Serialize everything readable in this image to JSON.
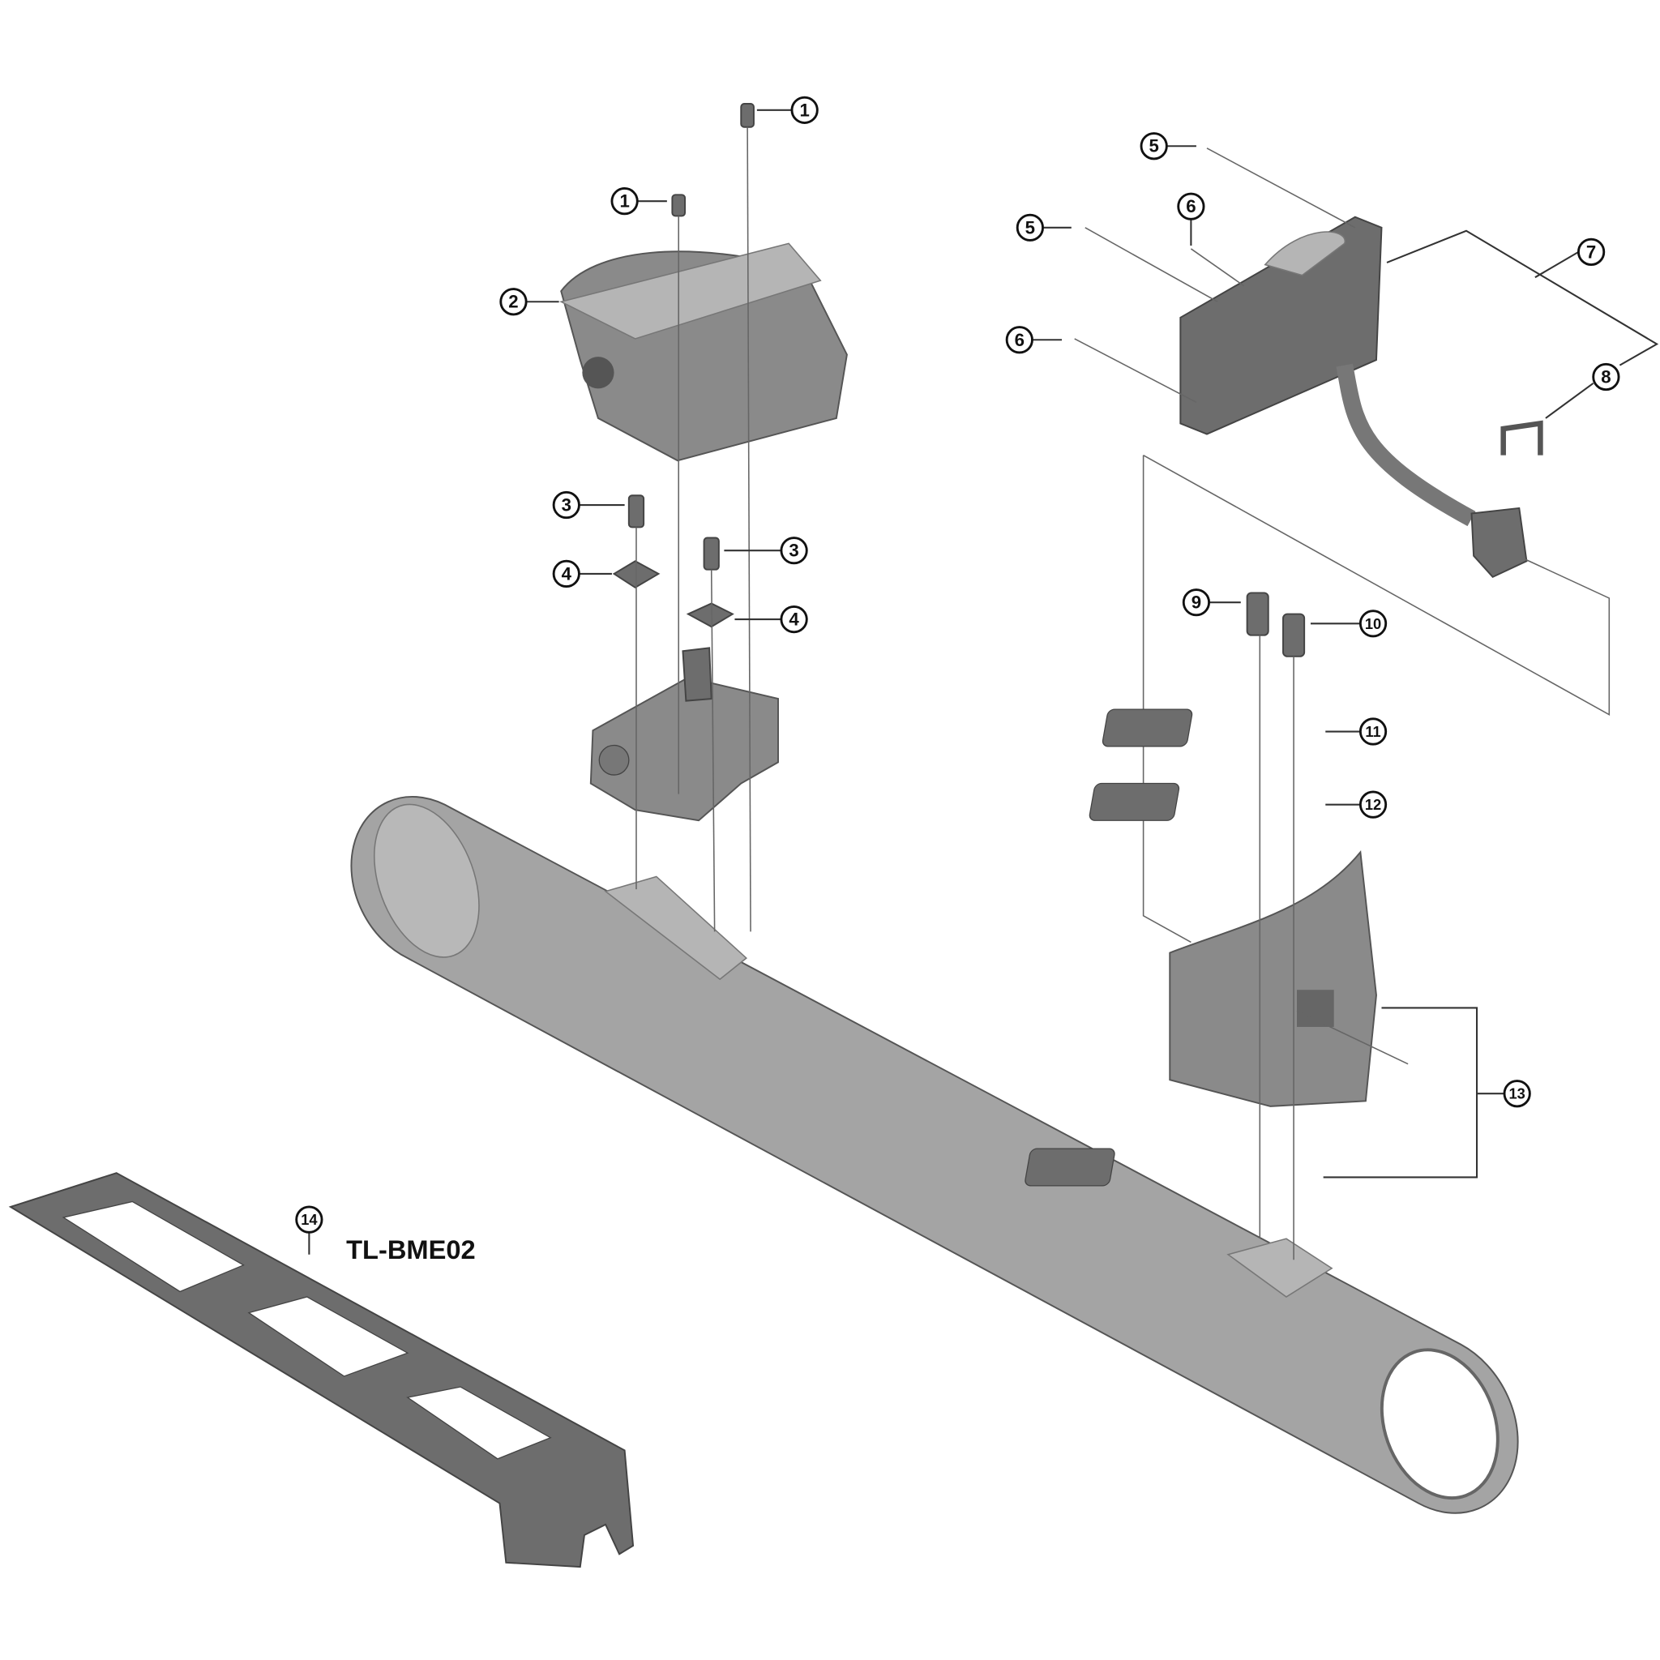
{
  "diagram": {
    "type": "exploded-parts-diagram",
    "callouts": [
      {
        "id": "c1a",
        "label": "1"
      },
      {
        "id": "c1b",
        "label": "1"
      },
      {
        "id": "c2",
        "label": "2"
      },
      {
        "id": "c3a",
        "label": "3"
      },
      {
        "id": "c3b",
        "label": "3"
      },
      {
        "id": "c4a",
        "label": "4"
      },
      {
        "id": "c4b",
        "label": "4"
      },
      {
        "id": "c5a",
        "label": "5"
      },
      {
        "id": "c5b",
        "label": "5"
      },
      {
        "id": "c6a",
        "label": "6"
      },
      {
        "id": "c6b",
        "label": "6"
      },
      {
        "id": "c7",
        "label": "7"
      },
      {
        "id": "c8",
        "label": "8"
      },
      {
        "id": "c9",
        "label": "9"
      },
      {
        "id": "c10",
        "label": "10"
      },
      {
        "id": "c11",
        "label": "11"
      },
      {
        "id": "c12",
        "label": "12"
      },
      {
        "id": "c13",
        "label": "13"
      },
      {
        "id": "c14",
        "label": "14"
      }
    ],
    "tool_label": "TL-BME02"
  }
}
